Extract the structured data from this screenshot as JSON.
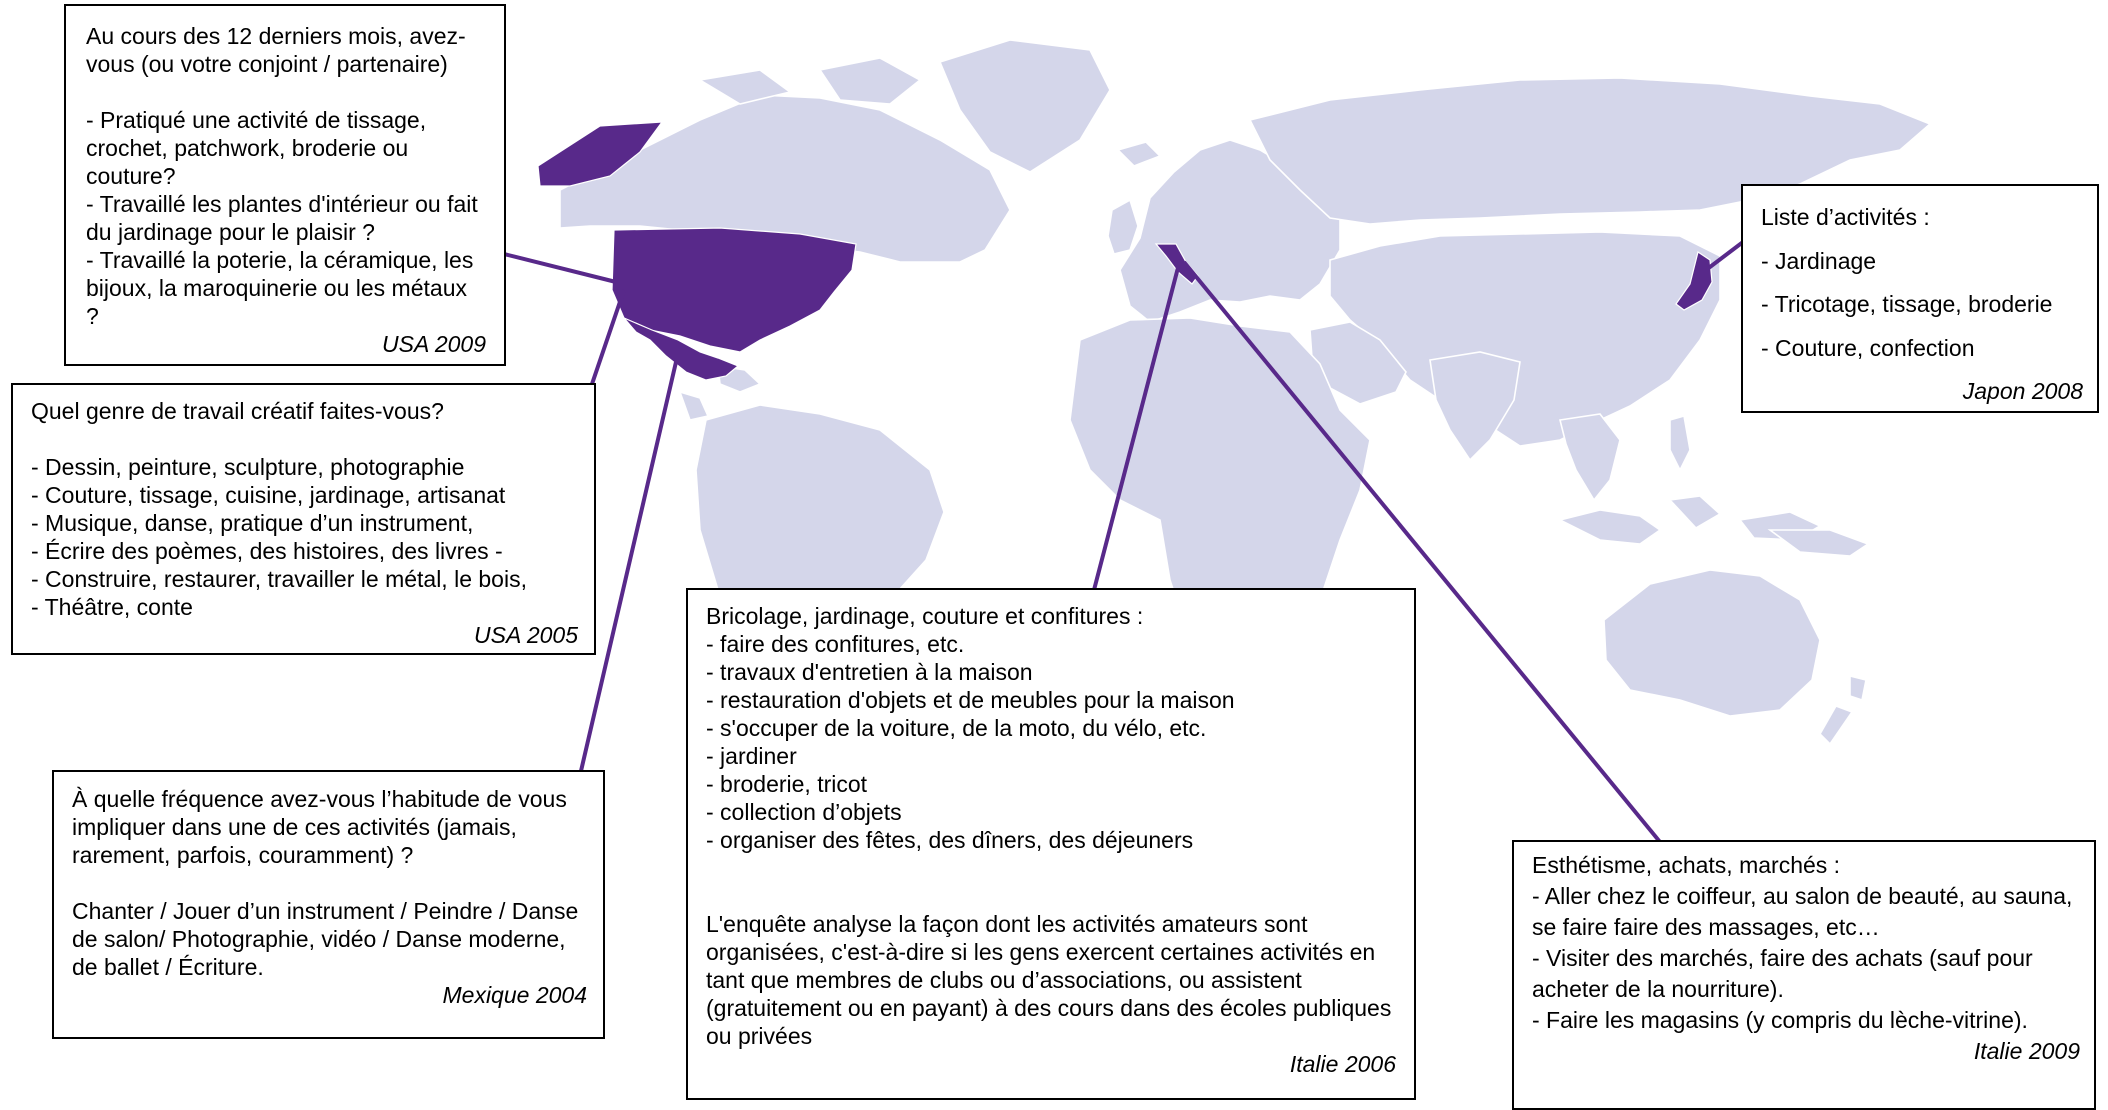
{
  "colors": {
    "land": "#d4d6ea",
    "highlight": "#58298a",
    "border": "#ffffff",
    "connector": "#58298a",
    "box_border": "#000000"
  },
  "highlighted_countries": [
    "USA",
    "Mexique",
    "Italie",
    "Japon"
  ],
  "boxes": {
    "usa2009": {
      "question": "Au cours des 12 derniers mois, avez-vous (ou votre conjoint / partenaire)",
      "items": [
        "- Pratiqué une activité de tissage, crochet, patchwork, broderie ou couture?",
        "- Travaillé les plantes d'intérieur ou fait du jardinage pour le plaisir ?",
        "- Travaillé la poterie, la céramique, les bijoux, la maroquinerie ou les métaux ?"
      ],
      "source": "USA 2009"
    },
    "usa2005": {
      "question": "Quel genre de travail créatif faites-vous?",
      "items": [
        "- Dessin, peinture, sculpture, photographie",
        "- Couture, tissage, cuisine, jardinage, artisanat",
        "- Musique, danse, pratique d’un instrument,",
        "- Écrire des poèmes, des histoires, des livres -",
        "- Construire, restaurer, travailler le métal, le bois,",
        "- Théâtre, conte"
      ],
      "source": "USA 2005"
    },
    "mex2004": {
      "question": "À quelle fréquence avez-vous l’habitude de vous impliquer dans une de ces activités (jamais, rarement, parfois, couramment) ?",
      "body": "Chanter / Jouer d’un instrument / Peindre / Danse de salon/ Photographie, vidéo / Danse moderne, de ballet / Écriture.",
      "source": "Mexique 2004"
    },
    "ita2006": {
      "heading": "Bricolage, jardinage, couture et confitures :",
      "items": [
        "- faire des confitures, etc.",
        "- travaux d'entretien à la maison",
        "- restauration d'objets et de meubles pour la maison",
        "- s'occuper de la voiture, de la moto, du vélo, etc.",
        "- jardiner",
        "- broderie, tricot",
        "- collection d’objets",
        "- organiser des fêtes, des dîners, des déjeuners"
      ],
      "note": "L'enquête analyse la façon dont les activités amateurs sont organisées, c'est-à-dire si les gens exercent certaines activités en tant que membres de clubs ou d’associations, ou assistent (gratuitement ou en payant) à des cours dans des écoles publiques ou privées",
      "source": "Italie 2006"
    },
    "jp2008": {
      "heading": "Liste d’activités :",
      "items": [
        "- Jardinage",
        "- Tricotage, tissage, broderie",
        "- Couture, confection"
      ],
      "source": "Japon 2008"
    },
    "ita2009": {
      "heading": "Esthétisme, achats, marchés :",
      "items": [
        "- Aller chez le coiffeur, au salon de beauté, au sauna, se faire faire des massages, etc…",
        "- Visiter des marchés, faire des achats (sauf pour acheter de la nourriture).",
        "- Faire les magasins (y compris du lèche-vitrine)."
      ],
      "source": "Italie 2009"
    }
  }
}
